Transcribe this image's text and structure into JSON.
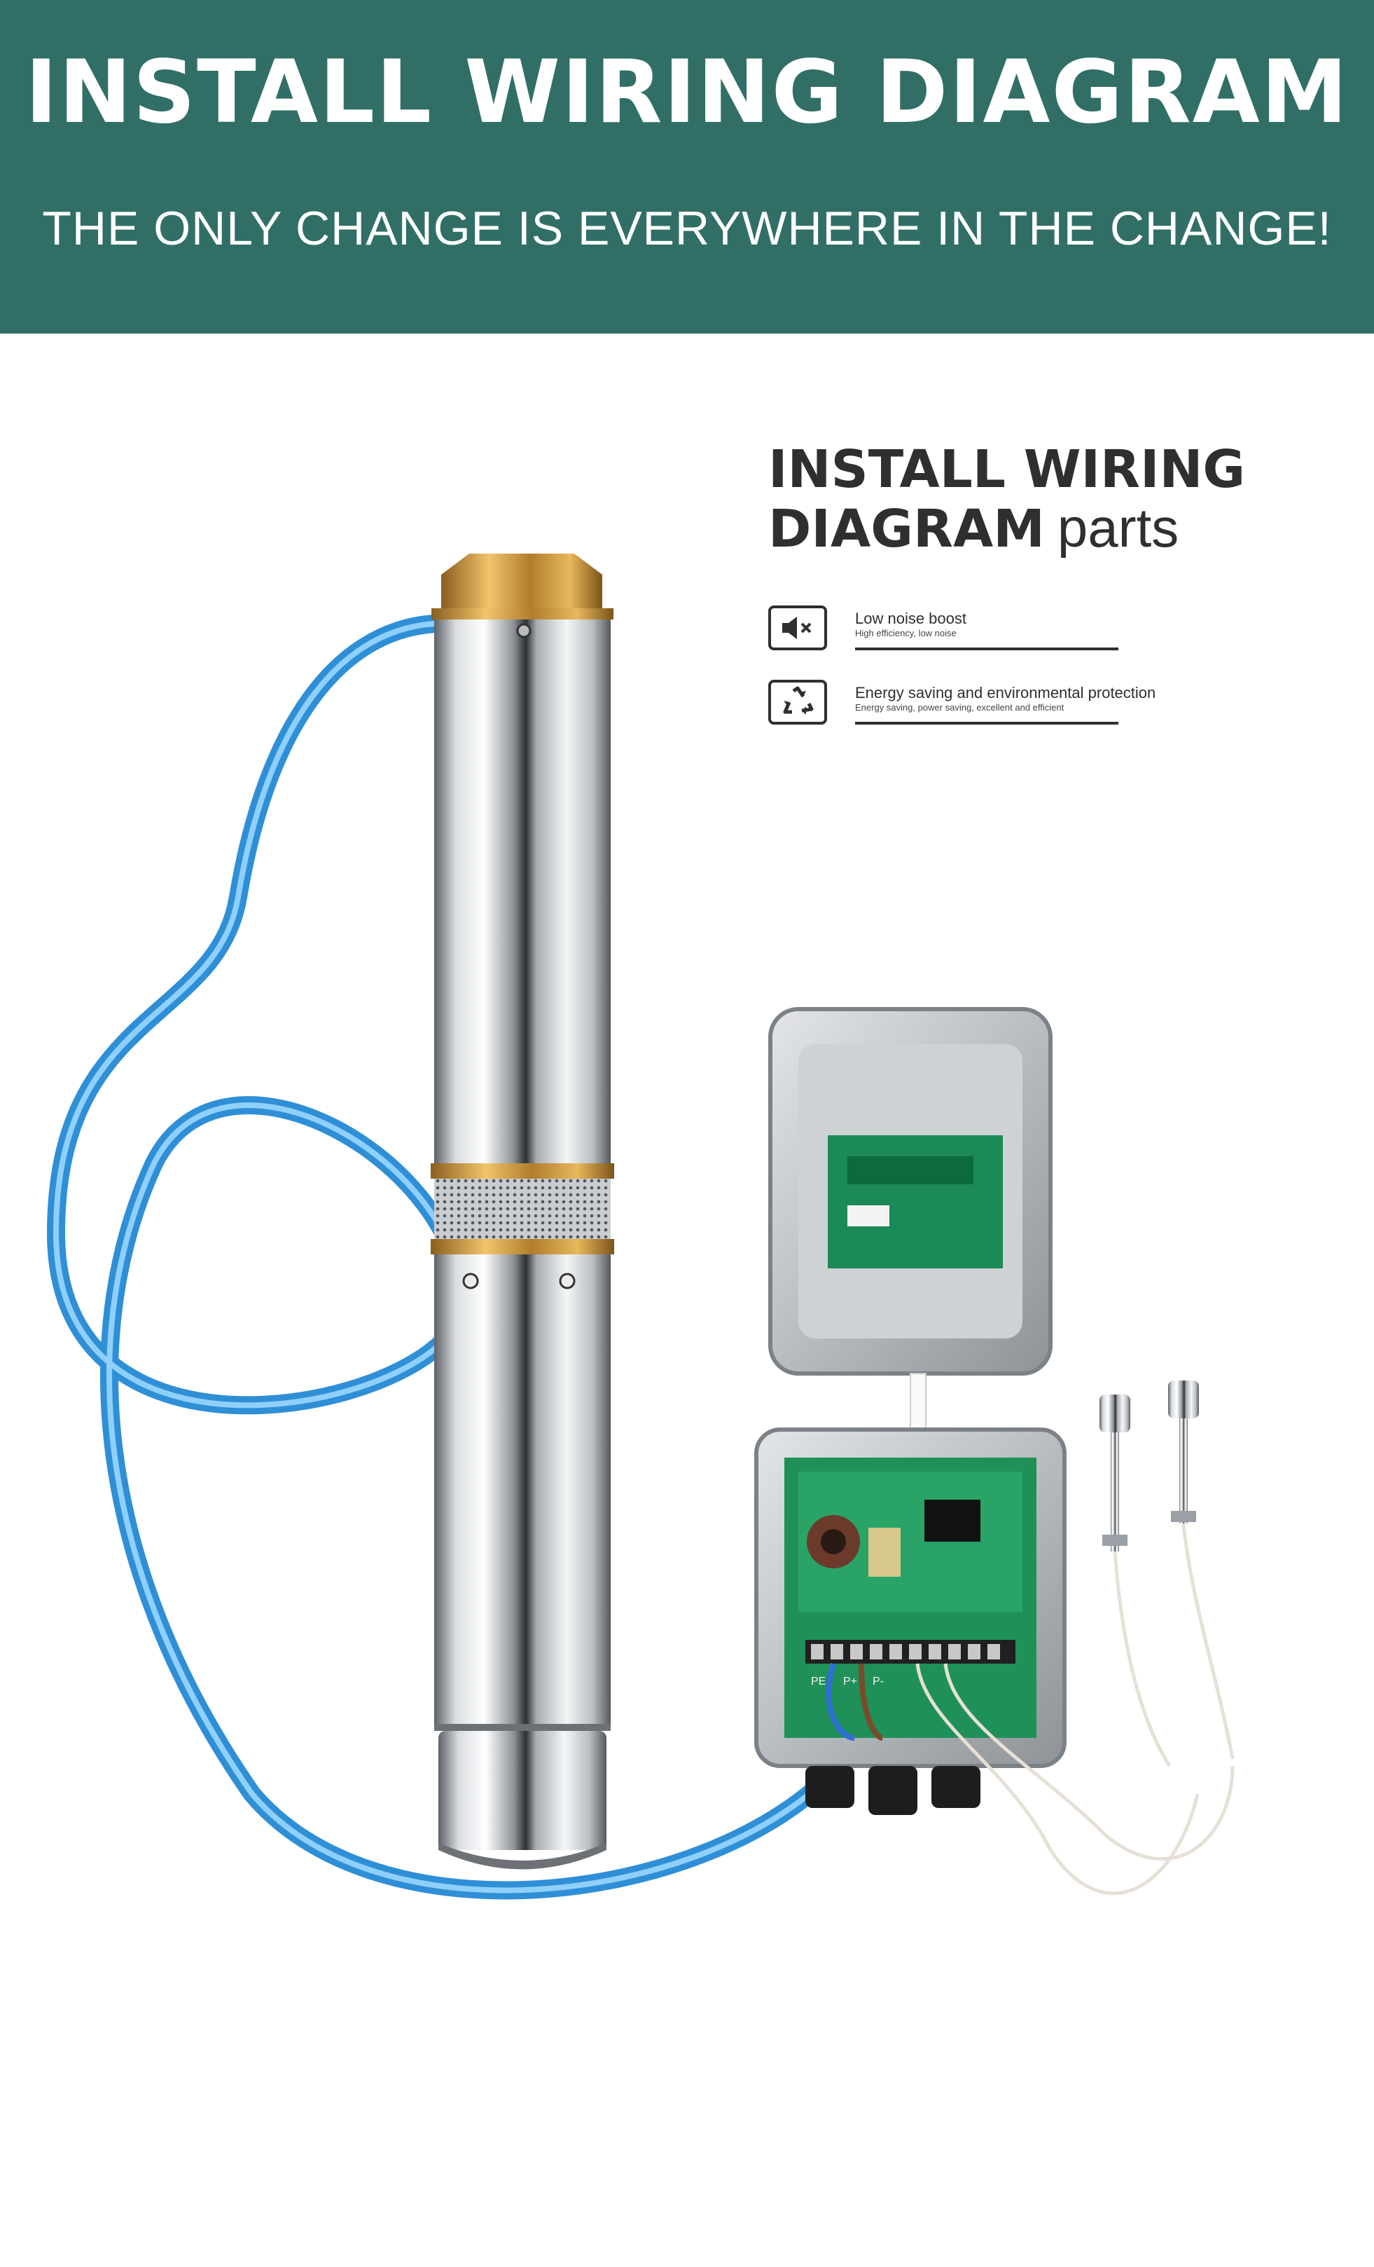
{
  "banner": {
    "title": "INSTALL WIRING DIAGRAM",
    "subtitle": "THE ONLY CHANGE IS EVERYWHERE IN THE CHANGE!",
    "background_color": "#316f66"
  },
  "parts": {
    "title_line1": "INSTALL WIRING",
    "title_line2_bold": "DIAGRAM",
    "title_line2_light": "parts"
  },
  "features": [
    {
      "icon": "speaker-mute-icon",
      "title": "Low noise boost",
      "subtitle": "High efficiency, low noise"
    },
    {
      "icon": "recycle-icon",
      "title": "Energy saving and environmental protection",
      "subtitle": "Energy saving, power saving, excellent and efficient"
    }
  ],
  "terminal_labels": [
    "PE",
    "P+",
    "P-"
  ]
}
